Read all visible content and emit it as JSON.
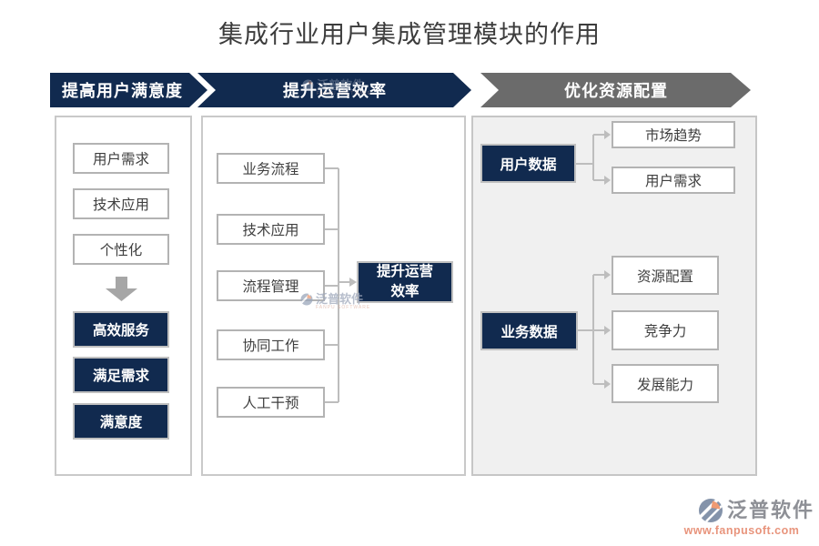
{
  "title": "集成行业用户集成管理模块的作用",
  "header": {
    "segments": [
      {
        "label": "提高用户满意度",
        "color": "#112a4f"
      },
      {
        "label": "提升运营效率",
        "color": "#112a4f"
      },
      {
        "label": "优化资源配置",
        "color": "#6b6b6b"
      }
    ]
  },
  "columns": {
    "satisfaction": {
      "inputs": [
        "用户需求",
        "技术应用",
        "个性化"
      ],
      "outputs": [
        "高效服务",
        "满足需求",
        "满意度"
      ]
    },
    "efficiency": {
      "factors": [
        "业务流程",
        "技术应用",
        "流程管理",
        "协同工作",
        "人工干预"
      ],
      "result_lines": [
        "提升运营",
        "效率"
      ]
    },
    "resources": {
      "groups": [
        {
          "source": "用户数据",
          "targets": [
            "市场趋势",
            "用户需求"
          ]
        },
        {
          "source": "业务数据",
          "targets": [
            "资源配置",
            "竞争力",
            "发展能力"
          ]
        }
      ]
    }
  },
  "watermark": {
    "text": "泛普软件",
    "subtext": "FANPU SOFTWARE"
  },
  "footer": {
    "brand": "泛普软件",
    "url": "www.fanpusoft.com"
  },
  "colors": {
    "navy": "#112a4f",
    "header_gray": "#6b6b6b",
    "box_border": "#b3b3b3",
    "panel_border": "#c9c9c9",
    "connector": "#bdbdbd",
    "arrow_gray": "#a6a6a6",
    "accent_salmon": "#e8947c"
  }
}
